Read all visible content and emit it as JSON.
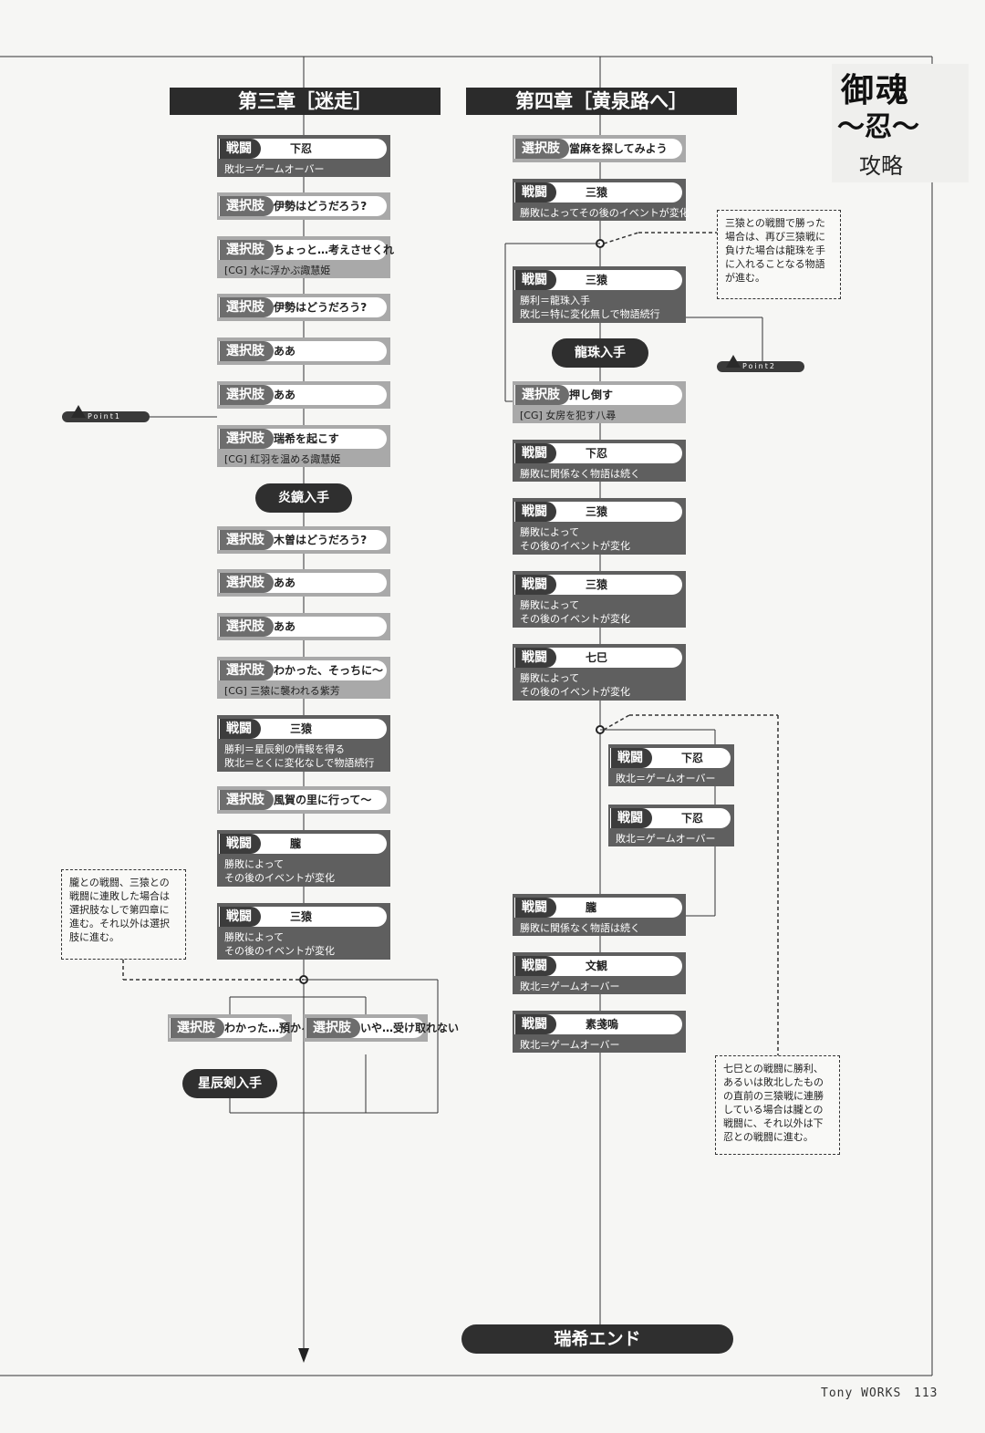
{
  "logo": {
    "line1": "御魂",
    "line2": "〜忍〜",
    "sub": "攻略"
  },
  "chapter3": {
    "title": "第三章［迷走］"
  },
  "chapter4": {
    "title": "第四章［黄泉路へ］"
  },
  "tags": {
    "battle": "戦闘",
    "choice": "選択肢"
  },
  "ch3_nodes": [
    {
      "kind": "battle",
      "main": "下忍",
      "sub": [
        "敗北＝ゲームオーバー"
      ]
    },
    {
      "kind": "choice",
      "main": "伊勢はどうだろう?",
      "sub": []
    },
    {
      "kind": "choice",
      "main": "ちょっと…考えさせくれ",
      "sub": [
        "[CG] 水に浮かぶ諏慧姫"
      ]
    },
    {
      "kind": "choice",
      "main": "伊勢はどうだろう?",
      "sub": []
    },
    {
      "kind": "choice",
      "main": "ああ",
      "sub": []
    },
    {
      "kind": "choice",
      "main": "ああ",
      "sub": []
    },
    {
      "kind": "choice",
      "main": "瑞希を起こす",
      "sub": [
        "[CG] 紅羽を温める諏慧姫"
      ]
    },
    {
      "kind": "choice",
      "main": "木曽はどうだろう?",
      "sub": []
    },
    {
      "kind": "choice",
      "main": "ああ",
      "sub": []
    },
    {
      "kind": "choice",
      "main": "ああ",
      "sub": []
    },
    {
      "kind": "choice",
      "main": "わかった、そっちに〜",
      "sub": [
        "[CG] 三猿に襲われる紫芳"
      ]
    },
    {
      "kind": "battle",
      "main": "三猿",
      "sub": [
        "勝利＝星辰剣の情報を得る",
        "敗北＝とくに変化なしで物語続行"
      ]
    },
    {
      "kind": "choice",
      "main": "風賀の里に行って〜",
      "sub": []
    },
    {
      "kind": "battle",
      "main": "朧",
      "sub": [
        "勝敗によって",
        "その後のイベントが変化"
      ]
    },
    {
      "kind": "battle",
      "main": "三猿",
      "sub": [
        "勝敗によって",
        "その後のイベントが変化"
      ]
    }
  ],
  "ch3_pill1": "炎鏡入手",
  "ch3_branch": [
    {
      "kind": "choice",
      "main": "わかった…預かる"
    },
    {
      "kind": "choice",
      "main": "いや…受け取れない"
    }
  ],
  "ch3_pill2": "星辰剣入手",
  "ch4_nodes": [
    {
      "kind": "choice",
      "main": "當麻を探してみよう",
      "sub": []
    },
    {
      "kind": "battle",
      "main": "三猿",
      "sub": [
        "勝敗によってその後のイベントが変化"
      ]
    },
    {
      "kind": "battle",
      "main": "三猿",
      "sub": [
        "勝利＝龍珠入手",
        "敗北＝特に変化無しで物語続行"
      ]
    },
    {
      "kind": "choice",
      "main": "押し倒す",
      "sub": [
        "[CG] 女房を犯す八尋"
      ]
    },
    {
      "kind": "battle",
      "main": "下忍",
      "sub": [
        "勝敗に関係なく物語は続く"
      ]
    },
    {
      "kind": "battle",
      "main": "三猿",
      "sub": [
        "勝敗によって",
        "その後のイベントが変化"
      ]
    },
    {
      "kind": "battle",
      "main": "三猿",
      "sub": [
        "勝敗によって",
        "その後のイベントが変化"
      ]
    },
    {
      "kind": "battle",
      "main": "七巳",
      "sub": [
        "勝敗によって",
        "その後のイベントが変化"
      ]
    }
  ],
  "ch4_pill1": "龍珠入手",
  "ch4_side": [
    {
      "kind": "battle",
      "main": "下忍",
      "sub": [
        "敗北＝ゲームオーバー"
      ]
    },
    {
      "kind": "battle",
      "main": "下忍",
      "sub": [
        "敗北＝ゲームオーバー"
      ]
    }
  ],
  "ch4_tail": [
    {
      "kind": "battle",
      "main": "朧",
      "sub": [
        "勝敗に関係なく物語は続く"
      ]
    },
    {
      "kind": "battle",
      "main": "文観",
      "sub": [
        "敗北＝ゲームオーバー"
      ]
    },
    {
      "kind": "battle",
      "main": "素戔嗚",
      "sub": [
        "敗北＝ゲームオーバー"
      ]
    }
  ],
  "ending": "瑞希エンド",
  "notes": {
    "note1": "三猿との戦闘で勝った場合は、再び三猿戦に負けた場合は龍珠を手に入れることなる物語が進む。",
    "note2": "朧との戦闘、三猿との戦闘に連敗した場合は選択肢なしで第四章に進む。それ以外は選択肢に進む。",
    "note3": "七巳との戦闘に勝利、あるいは敗北したものの直前の三猿戦に連勝している場合は朧との戦闘に、それ以外は下忍との戦闘に進む。"
  },
  "points": {
    "p1": "Point1",
    "p2": "Point2"
  },
  "footer": {
    "brand": "Tony WORKS",
    "page": "113"
  }
}
